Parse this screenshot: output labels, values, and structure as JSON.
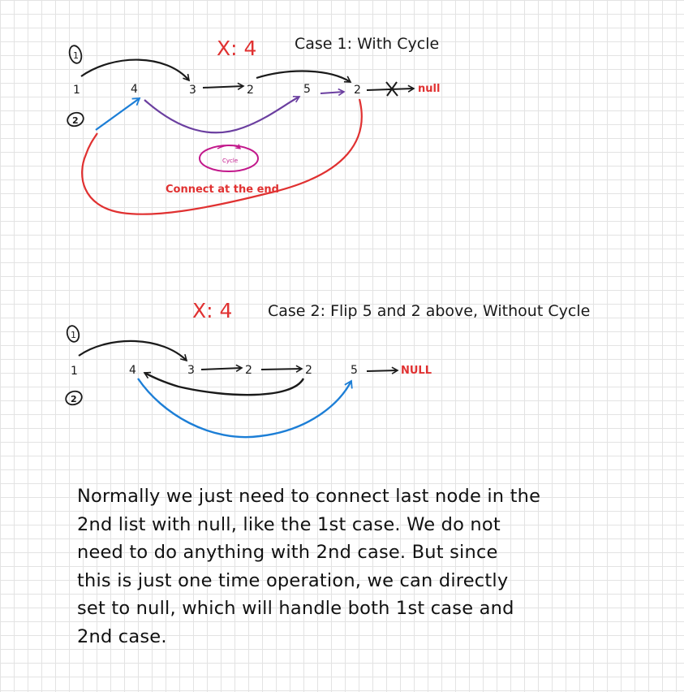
{
  "colors": {
    "black": "#1a1a1a",
    "red": "#e03131",
    "blue": "#1c7ed6",
    "purple": "#6b3fa0",
    "magenta": "#c2188b"
  },
  "case1": {
    "x_label": "X: 4",
    "title": "Case 1: With Cycle",
    "step1_marker": "1",
    "step2_marker": "2",
    "nodes": [
      "1",
      "4",
      "3",
      "2",
      "5",
      "2"
    ],
    "null_label": "null",
    "cycle_label": "Cycle",
    "connect_label": "Connect at the end"
  },
  "case2": {
    "x_label": "X: 4",
    "title": "Case 2: Flip 5 and 2 above, Without Cycle",
    "step1_marker": "1",
    "step2_marker": "2",
    "nodes": [
      "1",
      "4",
      "3",
      "2",
      "2",
      "5"
    ],
    "null_label": "NULL"
  },
  "explanation": "Normally we just need to connect last node in the\n2nd list with null, like the 1st case. We do not\nneed to do anything with 2nd case. But since\nthis is just one time operation, we can directly\nset to null, which will handle both 1st case and\n2nd case."
}
